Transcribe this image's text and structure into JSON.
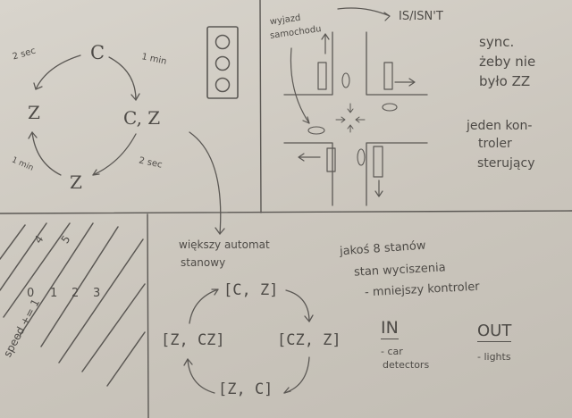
{
  "cycle_small": {
    "nodes": [
      "C",
      "C, Z",
      "Z",
      "Z"
    ],
    "edge_labels": [
      "1 min",
      "2 sec",
      "1 min",
      "2 sec"
    ]
  },
  "traffic_note": {
    "label_line1": "wyjazd",
    "label_line2": "samochodu",
    "is_isnt": "IS/ISN'T",
    "sync": [
      "sync.",
      "żeby nie",
      "było ZZ"
    ],
    "one_controller": [
      "jeden kon-",
      "troler",
      "sterujący"
    ]
  },
  "state_machine": {
    "title": [
      "większy automat",
      "stanowy"
    ],
    "states": [
      "[C, Z]",
      "[CZ, Z]",
      "[Z, C]",
      "[Z, CZ]"
    ],
    "notes": [
      "jakoś 8 stanów",
      "stan wyciszenia",
      "- mniejszy kontroler"
    ],
    "in": {
      "label": "IN",
      "items": [
        "- car",
        "detectors"
      ]
    },
    "out": {
      "label": "OUT",
      "items": [
        "- lights"
      ]
    }
  },
  "speed_note": {
    "label": "speed += 1",
    "digits": [
      "0",
      "1",
      "2",
      "3",
      "4",
      "5"
    ]
  }
}
